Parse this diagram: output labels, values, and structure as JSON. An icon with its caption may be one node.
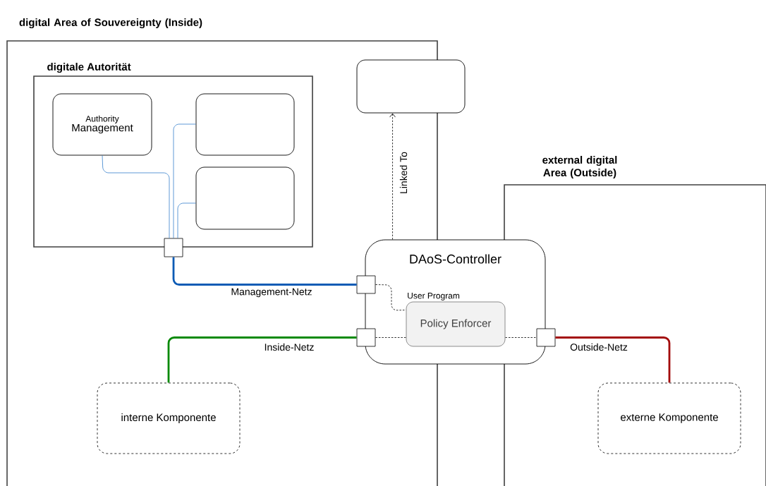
{
  "diagram": {
    "nodes": [
      {
        "text": [
          "digital Area of Souvereignty (Inside)"
        ]
      },
      {
        "text": [
          "digitale Autorität"
        ],
        "in": 0
      },
      {
        "text": [
          "Authority",
          "Management"
        ],
        "in": 1
      },
      {
        "text": [],
        "shape": "box",
        "in": 1
      },
      {
        "text": [],
        "shape": "box",
        "in": 1
      },
      {
        "text": [],
        "shape": "box",
        "in": 0
      },
      {
        "text": [],
        "shape": "box"
      },
      {
        "text": [
          "external digital Area (Outside)"
        ]
      },
      {
        "text": [
          "DAoS-Controller"
        ]
      },
      {
        "text": [],
        "shape": "box",
        "in": 0
      },
      {
        "text": [],
        "shape": "box",
        "in": 0
      },
      {
        "text": [],
        "shape": "box",
        "in": 7
      },
      {
        "text": [
          "Policy Enforcer"
        ],
        "beside": [
          "User Program"
        ],
        "in": 8
      },
      {
        "text": [
          "interne Komponente"
        ],
        "in": 0
      },
      {
        "text": [
          "externe Komponente"
        ],
        "in": 7
      }
    ],
    "edges": [
      {
        "from": 2,
        "to": 5,
        "arrow": "none",
        "color": "#1a6fc4"
      },
      {
        "from": 3,
        "to": 5,
        "arrow": "none",
        "color": "#1a6fc4"
      },
      {
        "from": 4,
        "to": 5,
        "arrow": "none",
        "color": "#1a6fc4"
      },
      {
        "from": 5,
        "to": 9,
        "arrow": "none",
        "label": "Management-Netz",
        "style": "thick",
        "color": "#0d5bb5"
      },
      {
        "from": 8,
        "to": 6,
        "arrow": "to",
        "label": "Linked To",
        "style": "dashed"
      },
      {
        "from": 9,
        "to": 12,
        "arrow": "none",
        "style": "dashed"
      },
      {
        "from": 10,
        "to": 12,
        "arrow": "none",
        "style": "dashed"
      },
      {
        "from": 12,
        "to": 11,
        "arrow": "none",
        "style": "dashed"
      },
      {
        "from": 13,
        "to": 10,
        "arrow": "none",
        "label": "Inside-Netz",
        "style": "thick",
        "color": "#078a07"
      },
      {
        "from": 14,
        "to": 11,
        "arrow": "none",
        "label": "Outside-Netz",
        "style": "thick",
        "color": "#a30c0c"
      }
    ]
  }
}
